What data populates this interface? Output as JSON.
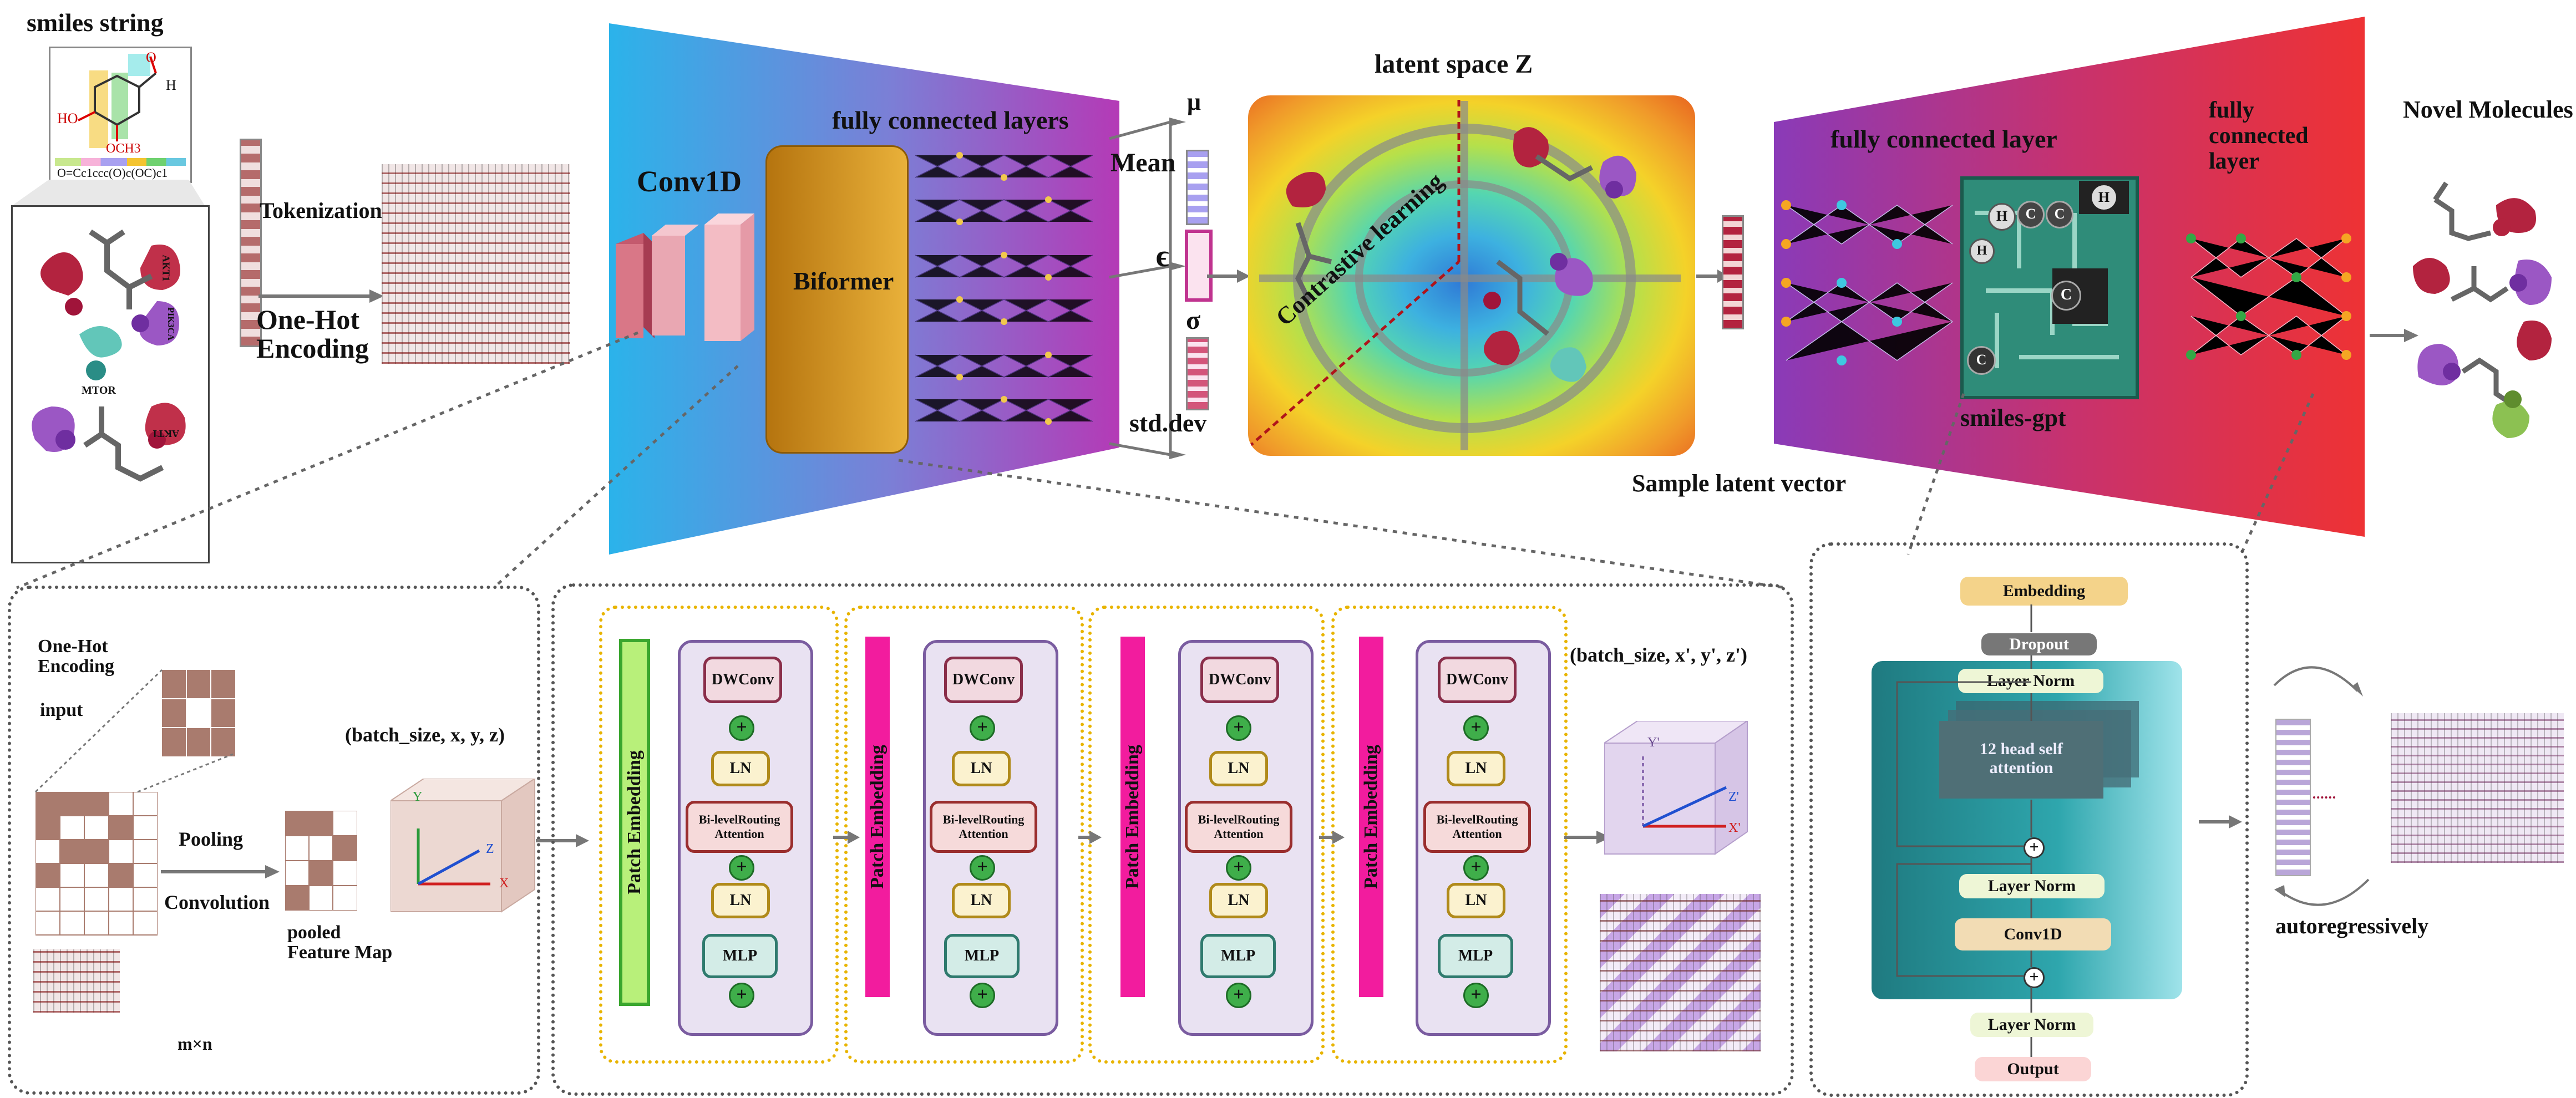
{
  "top": {
    "smiles_title": "smiles string",
    "smiles_text": "O=Cc1ccc(O)c(OC)c1",
    "och3": "OCH3",
    "ho": "HO",
    "h": "H",
    "o": "O",
    "tokenization": "Tokenization",
    "onehot": "One-Hot\nEncoding",
    "conv1d": "Conv1D",
    "biformer": "Biformer",
    "fc_layers": "fully connected layers",
    "mu": "μ",
    "mean": "Mean",
    "epsilon": "ϵ",
    "sigma": "σ",
    "std_dev": "std.dev",
    "latent_title": "latent space Z",
    "contrastive": "Contrastive learning",
    "sample_latent": "Sample latent vector",
    "fc_layer": "fully connected layer",
    "fc_layer2": "fully\nconnected\nlayer",
    "smiles_gpt": "smiles-gpt",
    "novel": "Novel Molecules",
    "protein_labels": [
      "AKT1",
      "PIK3CA",
      "MTOR",
      "AKT1"
    ],
    "chip_atoms": [
      "H",
      "C",
      "C",
      "H",
      "H",
      "C",
      "C"
    ]
  },
  "bottom_left": {
    "onehot": "One-Hot\nEncoding",
    "input": "input",
    "pooling": "Pooling",
    "convolution": "Convolution",
    "pooled": "pooled\nFeature Map",
    "shape": "(batch_size, x, y, z)",
    "mxn": "m×n",
    "axes": [
      "Y",
      "Z",
      "X"
    ]
  },
  "bottom_mid": {
    "patch_embedding": "Patch Embedding",
    "dwconv": "DWConv",
    "ln": "LN",
    "bi_routing": "Bi-levelRouting\nAttention",
    "mlp": "MLP",
    "plus": "+",
    "shape_out": "(batch_size, x', y', z')",
    "axes": [
      "Y'",
      "Z'",
      "X'"
    ]
  },
  "bottom_right": {
    "embedding": "Embedding",
    "dropout": "Dropout",
    "layer_norm": "Layer Norm",
    "attention": "12 head self\nattention",
    "plus": "+",
    "conv1d": "Conv1D",
    "layer_norm2": "Layer Norm",
    "layer_norm3": "Layer Norm",
    "output": "Output",
    "autoreg": "autoregressively"
  },
  "colors": {
    "encoder_start": "#2bb3ea",
    "encoder_end": "#b03ab8",
    "decoder_start": "#8e3ab6",
    "decoder_end": "#ec3236",
    "gpt_teal": "#2a9da2",
    "biformer": "#d4901a",
    "patch_green": "#b8f07a",
    "patch_pink": "#f21c9e"
  }
}
